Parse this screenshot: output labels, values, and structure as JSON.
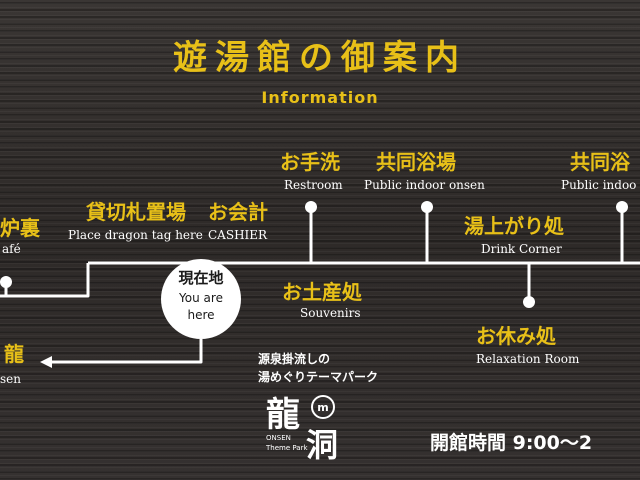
{
  "colors": {
    "accent": "#e8c018",
    "line": "#ffffff",
    "board": "#312d2b"
  },
  "header": {
    "title": "遊湯館の御案内",
    "subtitle": "Information"
  },
  "locations": {
    "hearth": {
      "jp": "炉裏",
      "en": "afé"
    },
    "kashikiri": {
      "jp": "貸切札置場",
      "en": "Place dragon tag here"
    },
    "cashier": {
      "jp": "お会計",
      "en": "CASHIER"
    },
    "restroom": {
      "jp": "お手洗",
      "en": "Restroom"
    },
    "indoor1": {
      "jp": "共同浴場",
      "en": "Public indoor onsen"
    },
    "indoor2": {
      "jp": "共同浴",
      "en": "Public indoo"
    },
    "drink": {
      "jp": "湯上がり処",
      "en": "Drink Corner"
    },
    "souvenirs": {
      "jp": "お土産処",
      "en": "Souvenirs"
    },
    "relaxation": {
      "jp": "お休み処",
      "en": "Relaxation Room"
    },
    "dragon": {
      "jp": "龍",
      "en": "sen"
    }
  },
  "here": {
    "jp": "現在地",
    "en1": "You are",
    "en2": "here"
  },
  "brand": {
    "line1": "源泉掛流しの",
    "line2": "湯めぐりテーマパーク",
    "char1": "龍",
    "char2": "洞",
    "onsen": "ONSEN",
    "theme_park": "Theme Park",
    "mark": "m"
  },
  "hours": {
    "label": "開館時間 9:00～2"
  }
}
